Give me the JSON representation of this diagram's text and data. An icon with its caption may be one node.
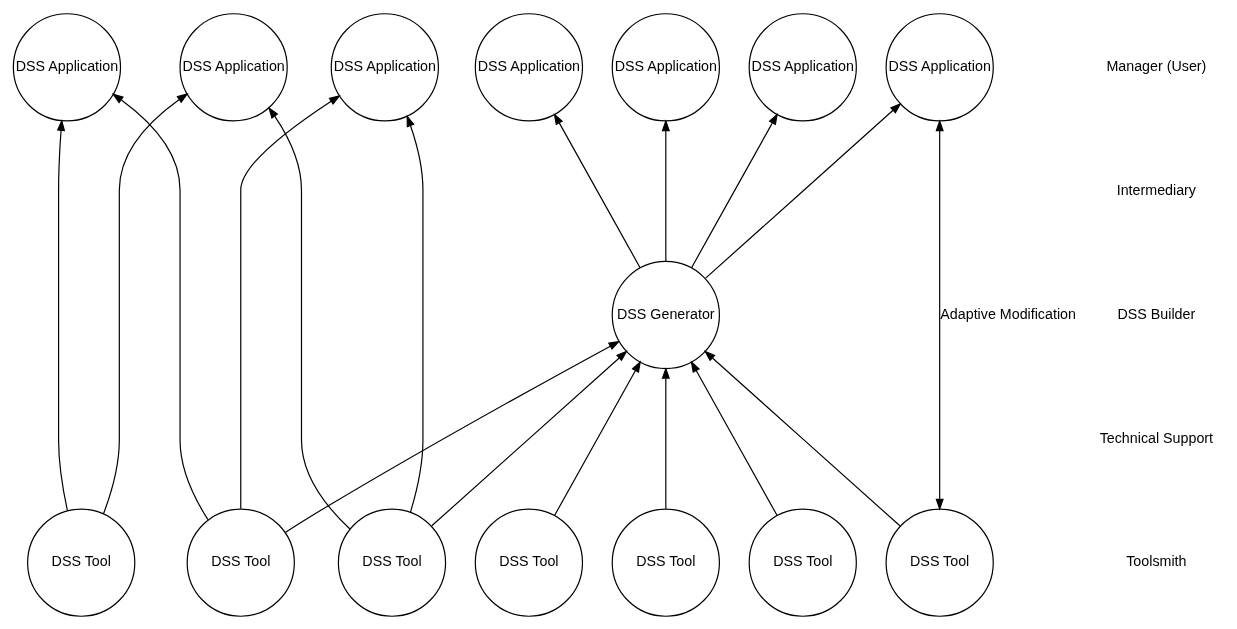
{
  "diagram": {
    "nodes": [
      {
        "text": [
          "DSS Application"
        ]
      },
      {
        "text": [
          "DSS Application"
        ]
      },
      {
        "text": [
          "DSS Application"
        ]
      },
      {
        "text": [
          "DSS Application"
        ]
      },
      {
        "text": [
          "DSS Application"
        ]
      },
      {
        "text": [
          "DSS Application"
        ]
      },
      {
        "text": [
          "DSS Application"
        ]
      },
      {
        "text": [
          "DSS Generator"
        ]
      },
      {
        "text": [
          "DSS Tool"
        ]
      },
      {
        "text": [
          "DSS Tool"
        ]
      },
      {
        "text": [
          "DSS Tool"
        ]
      },
      {
        "text": [
          "DSS Tool"
        ]
      },
      {
        "text": [
          "DSS Tool"
        ]
      },
      {
        "text": [
          "DSS Tool"
        ]
      },
      {
        "text": [
          "DSS Tool"
        ]
      }
    ],
    "edges": [
      {
        "from": 8,
        "to": 0,
        "arrow": "to"
      },
      {
        "from": 8,
        "to": 1,
        "arrow": "to"
      },
      {
        "from": 9,
        "to": 0,
        "arrow": "to"
      },
      {
        "from": 9,
        "to": 2,
        "arrow": "to"
      },
      {
        "from": 10,
        "to": 1,
        "arrow": "to"
      },
      {
        "from": 10,
        "to": 2,
        "arrow": "to"
      },
      {
        "from": 9,
        "to": 7,
        "arrow": "to"
      },
      {
        "from": 10,
        "to": 7,
        "arrow": "to"
      },
      {
        "from": 11,
        "to": 7,
        "arrow": "to"
      },
      {
        "from": 12,
        "to": 7,
        "arrow": "to"
      },
      {
        "from": 13,
        "to": 7,
        "arrow": "to"
      },
      {
        "from": 14,
        "to": 7,
        "arrow": "to"
      },
      {
        "from": 7,
        "to": 3,
        "arrow": "to"
      },
      {
        "from": 7,
        "to": 4,
        "arrow": "to"
      },
      {
        "from": 7,
        "to": 5,
        "arrow": "to"
      },
      {
        "from": 7,
        "to": 6,
        "arrow": "to"
      },
      {
        "from": 14,
        "to": 6,
        "arrow": "both",
        "label": "Adaptive Modification"
      }
    ],
    "labels": [
      "Manager (User)",
      "Intermediary",
      "DSS Builder",
      "Technical Support",
      "Toolsmith"
    ]
  }
}
